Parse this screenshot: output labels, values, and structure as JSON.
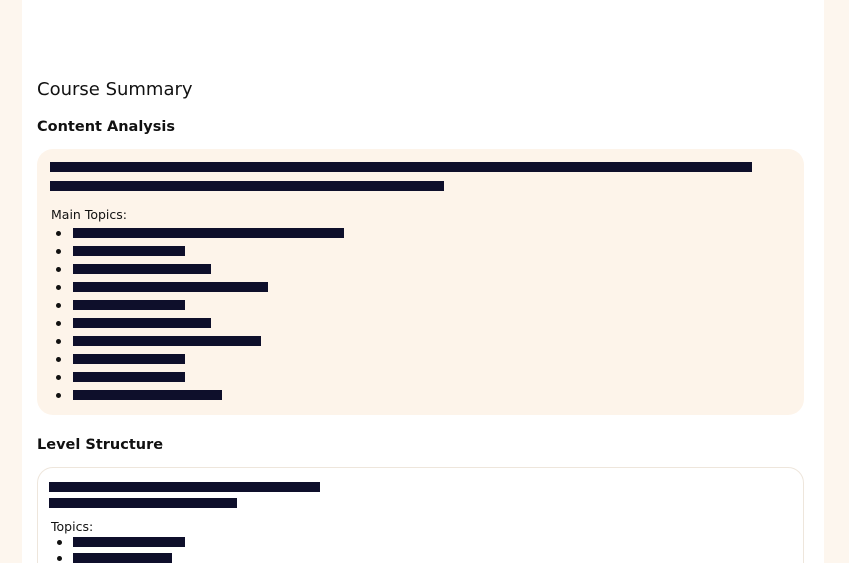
{
  "page": {
    "title": "Course Summary"
  },
  "content_analysis": {
    "heading": "Content Analysis",
    "main_topics_label": "Main Topics:",
    "topics_count": 10
  },
  "level_structure": {
    "heading": "Level Structure",
    "topics_label": "Topics:"
  },
  "colors": {
    "background": "#fdf6ee",
    "panel": "#ffffff",
    "highlight_box": "#fdf4ea",
    "redaction": "#0e0f2b"
  }
}
